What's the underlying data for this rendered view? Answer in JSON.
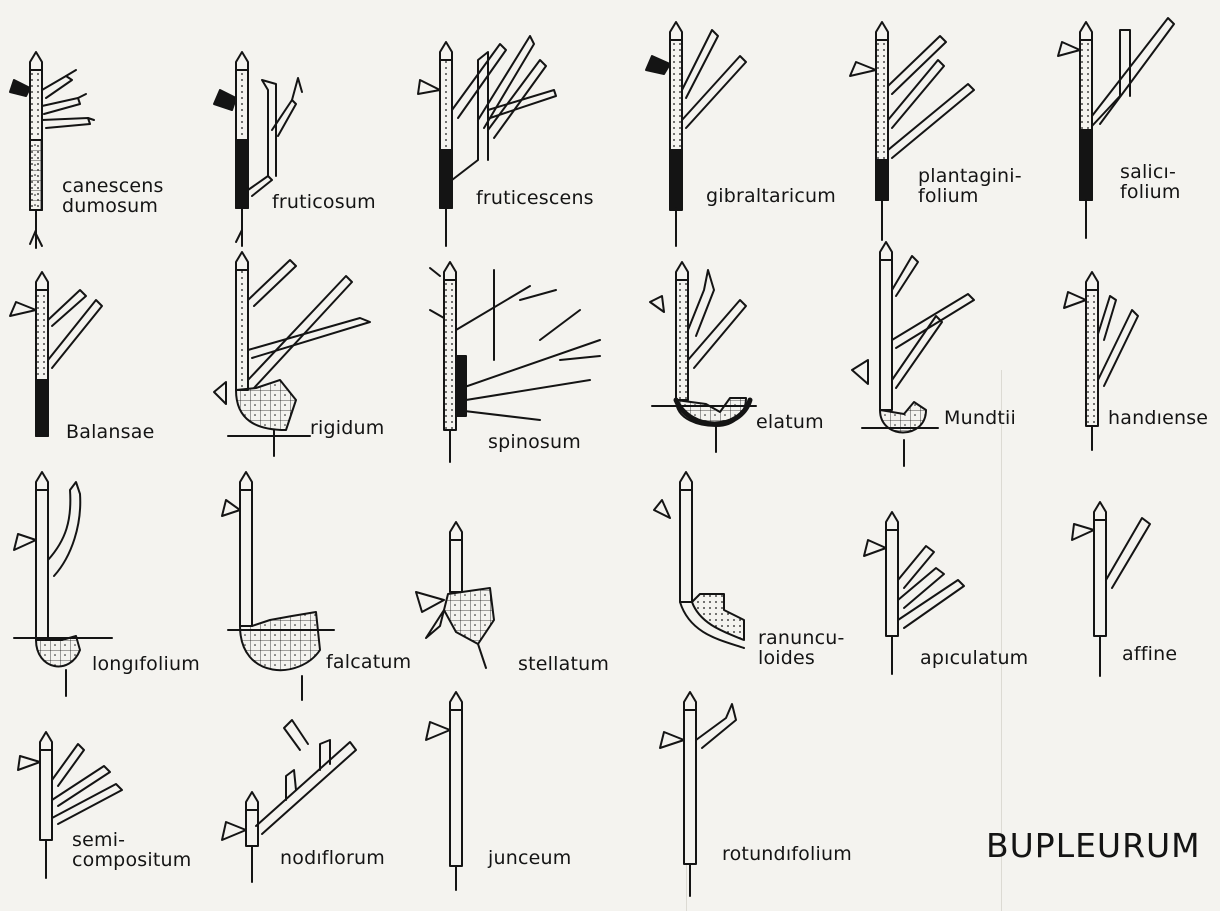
{
  "title": "BUPLEURUM",
  "species": [
    {
      "id": "canescens-dumosum",
      "label": "canescens\ndumosum"
    },
    {
      "id": "fruticosum",
      "label": "fruticosum"
    },
    {
      "id": "fruticescens",
      "label": "fruticescens"
    },
    {
      "id": "gibraltaricum",
      "label": "gibraltaricum"
    },
    {
      "id": "plantaginifolium",
      "label": "plantagini-\nfolium"
    },
    {
      "id": "salicifolium",
      "label": "salicı-\nfolium"
    },
    {
      "id": "balansae",
      "label": "Balansae"
    },
    {
      "id": "rigidum",
      "label": "rigidum"
    },
    {
      "id": "spinosum",
      "label": "spinosum"
    },
    {
      "id": "elatum",
      "label": "elatum"
    },
    {
      "id": "mundtii",
      "label": "Mundtii"
    },
    {
      "id": "handiense",
      "label": "handıense"
    },
    {
      "id": "longifolium",
      "label": "longıfolium"
    },
    {
      "id": "falcatum",
      "label": "falcatum"
    },
    {
      "id": "stellatum",
      "label": "stellatum"
    },
    {
      "id": "ranunculoides",
      "label": "ranuncu-\nloides"
    },
    {
      "id": "apiculatum",
      "label": "apıculatum"
    },
    {
      "id": "affine",
      "label": "affine"
    },
    {
      "id": "semicompositum",
      "label": "semi-\ncompositum"
    },
    {
      "id": "nodiflorum",
      "label": "nodıflorum"
    },
    {
      "id": "junceum",
      "label": "junceum"
    },
    {
      "id": "rotundifolium",
      "label": "rotundıfolium"
    }
  ],
  "colors": {
    "ink": "#141414",
    "paper": "#f4f3ef"
  }
}
